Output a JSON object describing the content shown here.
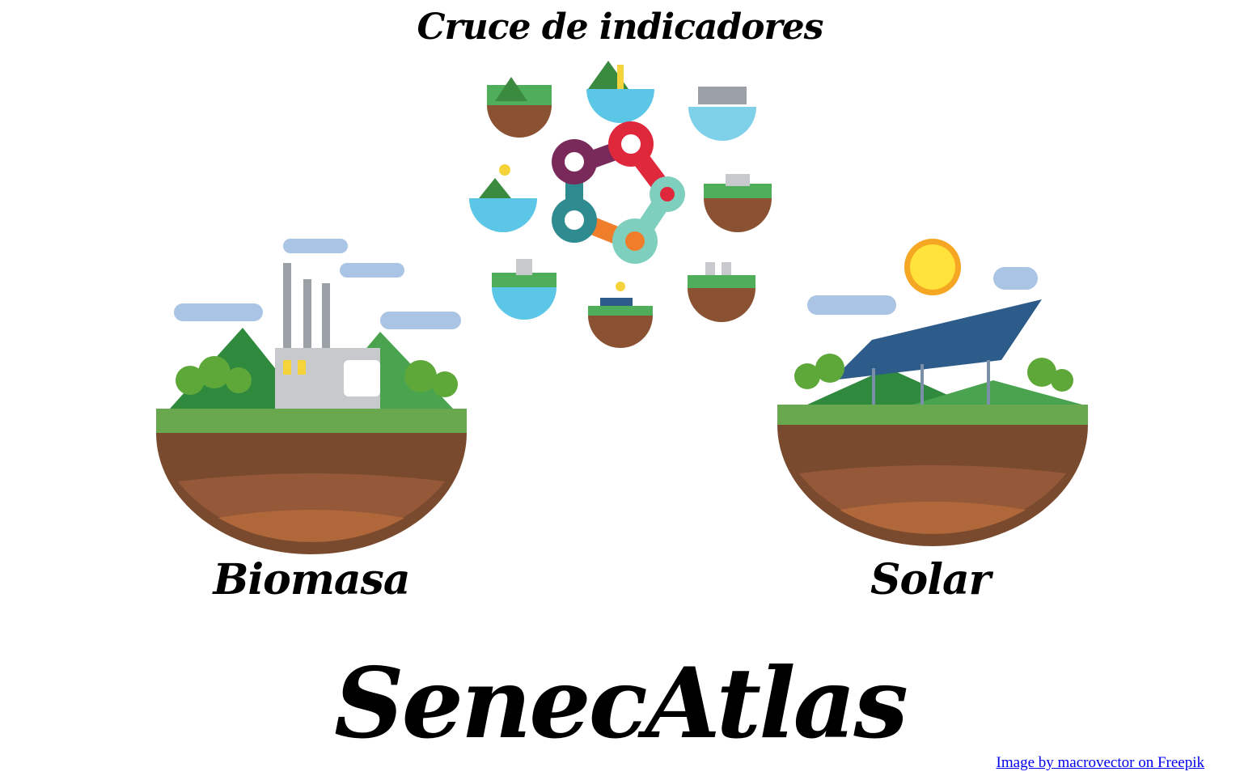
{
  "menu": {
    "cross_label": "Cruce de indicadores",
    "biomass_label": "Biomasa",
    "solar_label": "Solar"
  },
  "brand": {
    "name": "SenecAtlas"
  },
  "credit": {
    "text": "Image by macrovector on Freepik"
  },
  "colors": {
    "soil_dark": "#7a4a2e",
    "soil_mid": "#95593a",
    "soil_light": "#b0683a",
    "grass": "#6aa84f",
    "hill": "#2f8a3e",
    "link": "#0000ee"
  }
}
